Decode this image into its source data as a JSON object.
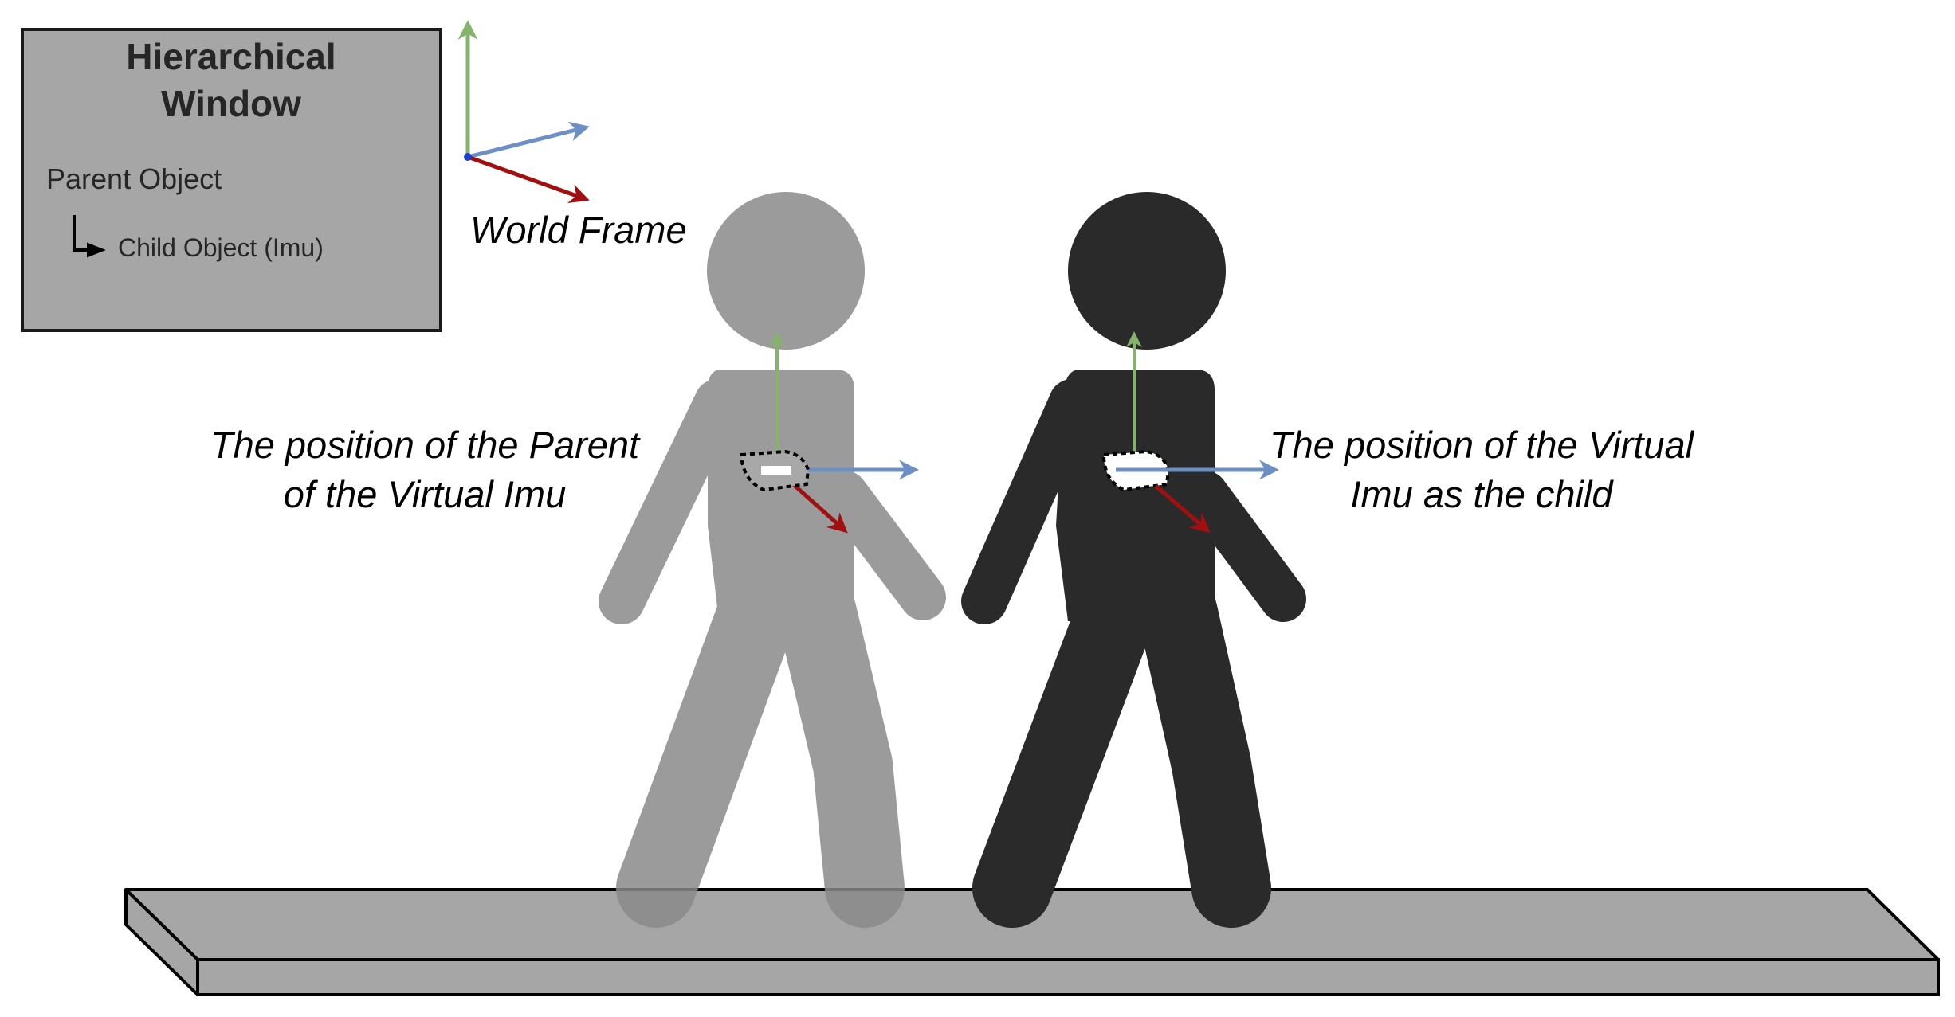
{
  "hierarchy_window": {
    "title_line1": "Hierarchical",
    "title_line2": "Window",
    "parent_label": "Parent Object",
    "child_label": "Child Object (Imu)"
  },
  "world_frame": {
    "label": "World Frame"
  },
  "captions": {
    "parent_line1": "The position of the Parent",
    "parent_line2": "of the Virtual Imu",
    "child_line1": "The position of the  Virtual",
    "child_line2": "Imu as the child"
  },
  "colors": {
    "axis_y": "#86b36b",
    "axis_x": "#6c8fc6",
    "axis_z": "#a01010",
    "parent_figure": "#9a9a9a",
    "child_figure": "#2a2a2a",
    "floor": "#a6a6a6",
    "window_bg": "#a6a6a6"
  }
}
